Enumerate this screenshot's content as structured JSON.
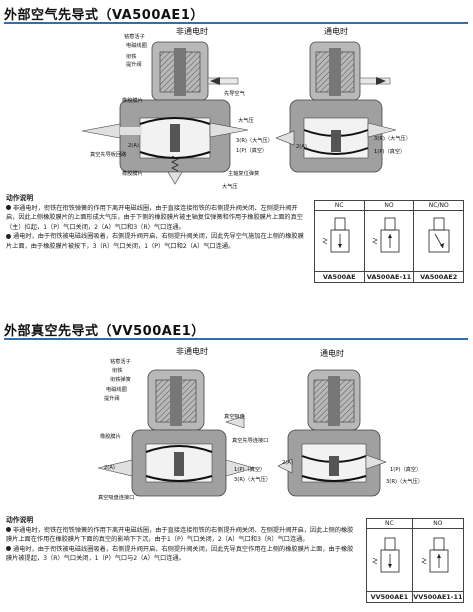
{
  "section1": {
    "title": "外部空气先导式（VA500AE1）",
    "state_off": "非通电时",
    "state_on": "通电时",
    "labels_left": [
      "铭惹活子",
      "电磁线圈",
      "衔铁",
      "提升阀",
      "橡胶膜片",
      "真空先导板回路",
      "橡胶膜片"
    ],
    "labels_right": [
      "先导空气",
      "大气压",
      "3(R)（大气压）",
      "1(P)（真空）",
      "主轴复位弹簧",
      "大气压"
    ],
    "port_left": "2(A)",
    "port_right_off": "3(R)（大气压）",
    "port_right_on": "3(R)（大气压）",
    "port_p_on": "1(P)（真空）",
    "port_a_on": "2(A)",
    "desc_heading": "动作说明",
    "desc": [
      "非通电时，衔铁在衔铁弹簧的作用下离开电磁线圈，由于直接连接衔铁的右侧提升阀关闭、左侧提升阀开启，因此上侧橡胶膜片的上面形成大气压，由于下侧的橡胶膜片被主轴复位弹簧和作用于橡胶膜片上面的真空（主）拉起，1（P）气口关闭，2（A）气口和3（R）气口连通。",
      "通电时，由于衔铁被电磁线圈吸着，右侧提升阀开启，右侧提升阀关闭，因此先导空气施加在上侧的橡胶膜片上面，由于橡胶膜片被按下，3（R）气口关闭，1（P）气口和2（A）气口连通。"
    ],
    "symbol_table": {
      "headers": [
        "NC",
        "NO",
        "NC/NO"
      ],
      "models": [
        "VA500AE",
        "VA500AE-11",
        "VA500AE2"
      ]
    }
  },
  "section2": {
    "title": "外部真空先导式（VV500AE1）",
    "state_off": "非通电时",
    "state_on": "通电时",
    "labels_left": [
      "铭惹活子",
      "衔铁",
      "衔铁弹簧",
      "电磁线圈",
      "提升阀",
      "橡胶膜片",
      "真空吸盘连接口"
    ],
    "labels_right": [
      "真空吸盘",
      "真空先导连接口",
      "1(P)（真空）",
      "3(R)（大气压）"
    ],
    "port_left": "2(A)",
    "port_p_on": "1(P)（真空）",
    "port_r_on": "3(R)（大气压）",
    "desc_heading": "动作说明",
    "desc": [
      "非通电时，衔铁在衔铁弹簧的作用下离开电磁线圈，由于直接连接衔铁的右侧提升阀关闭、左侧提升阀开启，因此上侧的橡胶膜片上面在作用在橡胶膜片下面的真空的影响下下沉，由于1（P）气口关闭，2（A）气口和3（R）气口连通。",
      "通电时，由于衔铁被电磁线圈吸着，右侧提升阀开启，右侧提升阀关闭，因此先导真空作用在上侧的橡胶膜片上面，由于橡胶膜片被提起，3（R）气口关闭，1（P）气口与2（A）气口连通。"
    ],
    "symbol_table": {
      "headers": [
        "NC",
        "NO"
      ],
      "models": [
        "VV500AE1",
        "VV500AE1-11"
      ]
    }
  },
  "colors": {
    "accent_rule": "#2d6fb0",
    "arrow_fill": "#d9d9d9",
    "body_gray": "#9a9a9a"
  }
}
